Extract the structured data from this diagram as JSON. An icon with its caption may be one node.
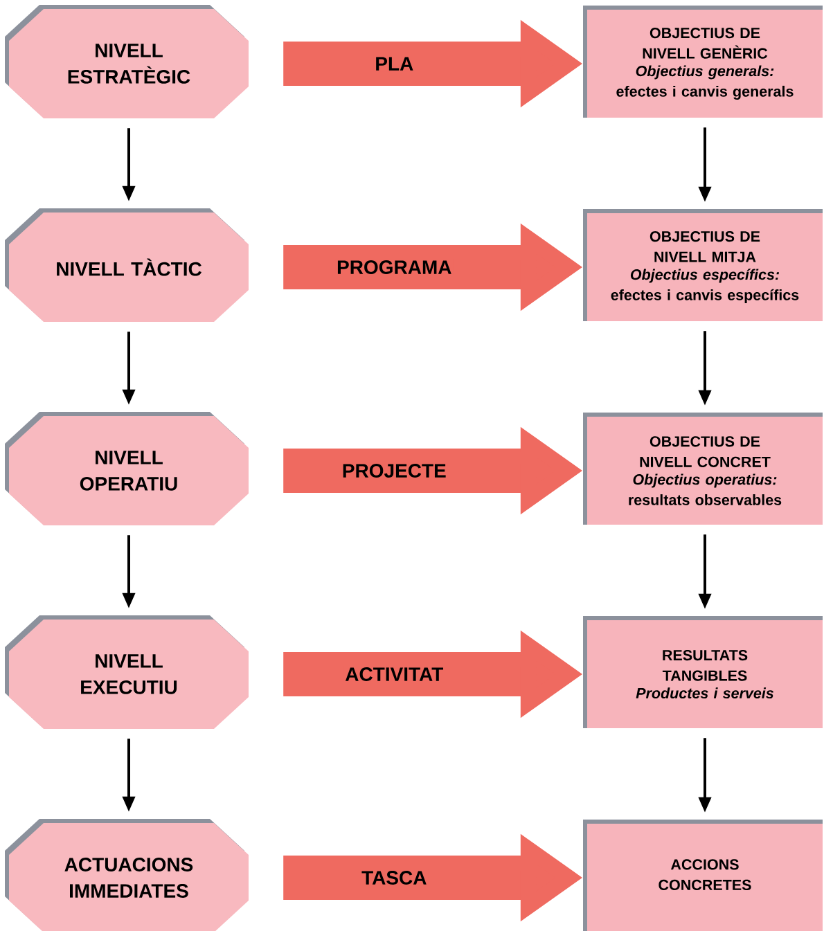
{
  "diagram": {
    "nodes": [
      {
        "text": [
          "NIVELL ESTRATÈGIC"
        ]
      },
      {
        "text": [
          "OBJECTIUS DE NIVELL GENÈRIC",
          "Objectius generals:",
          "efectes i canvis generals"
        ]
      },
      {
        "text": [
          "NIVELL TÀCTIC"
        ]
      },
      {
        "text": [
          "OBJECTIUS DE NIVELL MITJA",
          "Objectius específics:",
          "efectes i canvis específics"
        ]
      },
      {
        "text": [
          "NIVELL OPERATIU"
        ]
      },
      {
        "text": [
          "OBJECTIUS DE NIVELL CONCRET",
          "Objectius operatius:",
          "resultats observables"
        ]
      },
      {
        "text": [
          "NIVELL EXECUTIU"
        ]
      },
      {
        "text": [
          "RESULTATS TANGIBLES",
          "Productes i serveis"
        ]
      },
      {
        "text": [
          "ACTUACIONS IMMEDIATES"
        ]
      },
      {
        "text": [
          "ACCIONS CONCRETES"
        ]
      }
    ],
    "edges": [
      {
        "from": 0,
        "to": 1,
        "arrow": "to",
        "label": "PLA",
        "style": "thick",
        "color": "#ef6a60"
      },
      {
        "from": 2,
        "to": 3,
        "arrow": "to",
        "label": "PROGRAMA",
        "style": "thick",
        "color": "#ef6a60"
      },
      {
        "from": 4,
        "to": 5,
        "arrow": "to",
        "label": "PROJECTE",
        "style": "thick",
        "color": "#ef6a60"
      },
      {
        "from": 6,
        "to": 7,
        "arrow": "to",
        "label": "ACTIVITAT",
        "style": "thick",
        "color": "#ef6a60"
      },
      {
        "from": 8,
        "to": 9,
        "arrow": "to",
        "label": "TASCA",
        "style": "thick",
        "color": "#ef6a60"
      },
      {
        "from": 0,
        "to": 2,
        "arrow": "to"
      },
      {
        "from": 2,
        "to": 4,
        "arrow": "to"
      },
      {
        "from": 4,
        "to": 6,
        "arrow": "to"
      },
      {
        "from": 6,
        "to": 8,
        "arrow": "to"
      },
      {
        "from": 1,
        "to": 3,
        "arrow": "to"
      },
      {
        "from": 3,
        "to": 5,
        "arrow": "to"
      },
      {
        "from": 5,
        "to": 7,
        "arrow": "to"
      },
      {
        "from": 7,
        "to": 9,
        "arrow": "to"
      }
    ]
  }
}
